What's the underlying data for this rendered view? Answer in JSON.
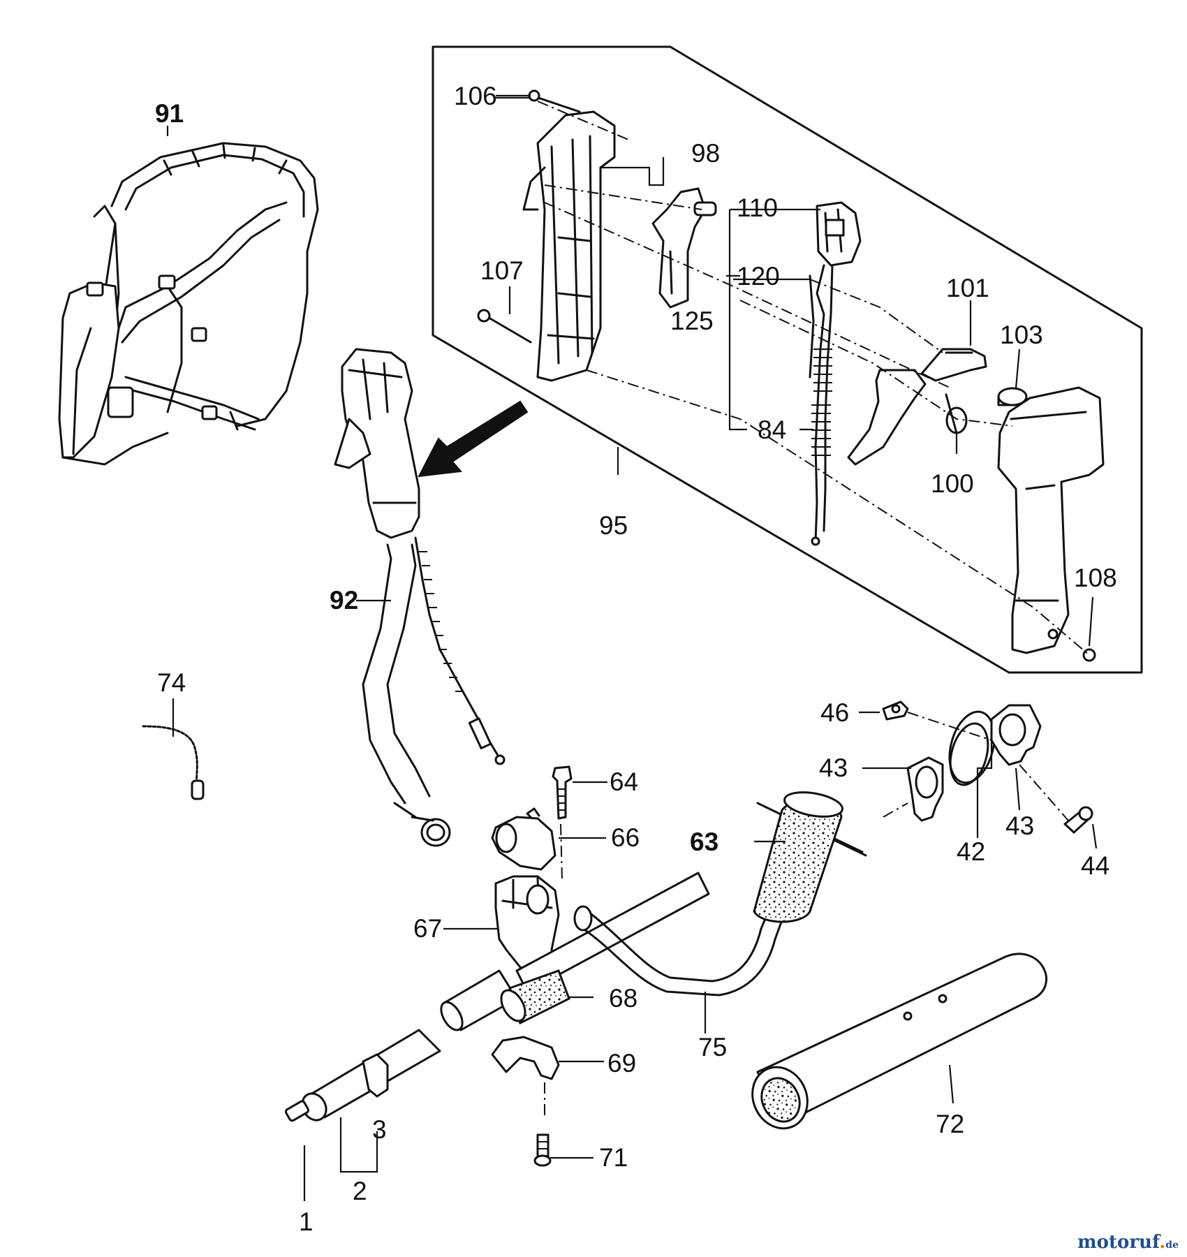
{
  "labels": {
    "l1": "1",
    "l2": "2",
    "l3": "3",
    "l42": "42",
    "l43a": "43",
    "l43b": "43",
    "l44": "44",
    "l46": "46",
    "l63": "63",
    "l64": "64",
    "l66": "66",
    "l67": "67",
    "l68": "68",
    "l69": "69",
    "l71": "71",
    "l72": "72",
    "l74": "74",
    "l75": "75",
    "l84": "84",
    "l91": "91",
    "l92": "92",
    "l95": "95",
    "l98": "98",
    "l100": "100",
    "l101": "101",
    "l103": "103",
    "l106": "106",
    "l107": "107",
    "l108": "108",
    "l110": "110",
    "l120": "120",
    "l125": "125"
  },
  "watermark": {
    "part1": "motoruf",
    "part2": ".",
    "part3": "de"
  }
}
